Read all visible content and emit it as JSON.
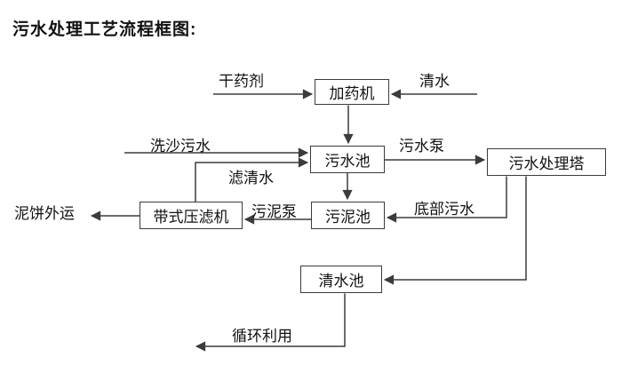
{
  "title": "污水处理工艺流程框图:",
  "diagram": {
    "type": "flowchart",
    "nodes": {
      "dosing_machine": "加药机",
      "sewage_pool": "污水池",
      "treatment_tower": "污水处理塔",
      "belt_filter_press": "带式压滤机",
      "sludge_pool": "污泥池",
      "clean_water_pool": "清水池"
    },
    "labels": {
      "dry_agent": "干药剂",
      "clean_water": "清水",
      "sand_washing_sewage": "洗沙污水",
      "filtered_water": "滤清水",
      "sewage_pump": "污水泵",
      "mud_cake_out": "泥饼外运",
      "sludge_pump": "污泥泵",
      "bottom_sewage": "底部污水",
      "recycle": "循环利用"
    },
    "flows": [
      "干药剂 → 加药机",
      "清水 → 加药机",
      "加药机 → 污水池",
      "洗沙污水 → 污水池",
      "带式压滤机 →(滤清水) 污水池",
      "污水池 →(污水泵) 污水处理塔",
      "污水池 → 污泥池",
      "污水处理塔 →(底部污水) 污泥池",
      "污水处理塔 → 清水池",
      "污泥池 →(污泥泵) 带式压滤机",
      "带式压滤机 → 泥饼外运",
      "清水池 → 循环利用"
    ],
    "colors": {
      "line": "#3b3b3b",
      "text": "#111111",
      "background": "#ffffff"
    }
  }
}
